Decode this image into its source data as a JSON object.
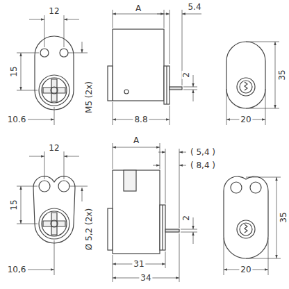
{
  "diagram": {
    "labels": [
      "12",
      "A",
      "5.4",
      "15",
      "2",
      "35",
      "M5 (2x)",
      "10.6",
      "8.8",
      "20",
      "12",
      "A",
      "( 5,4 )",
      "( 8,4 )",
      "15",
      "35",
      "2",
      "Ø 5,2 (2x)",
      "10,6",
      "31",
      "34",
      "20"
    ]
  }
}
